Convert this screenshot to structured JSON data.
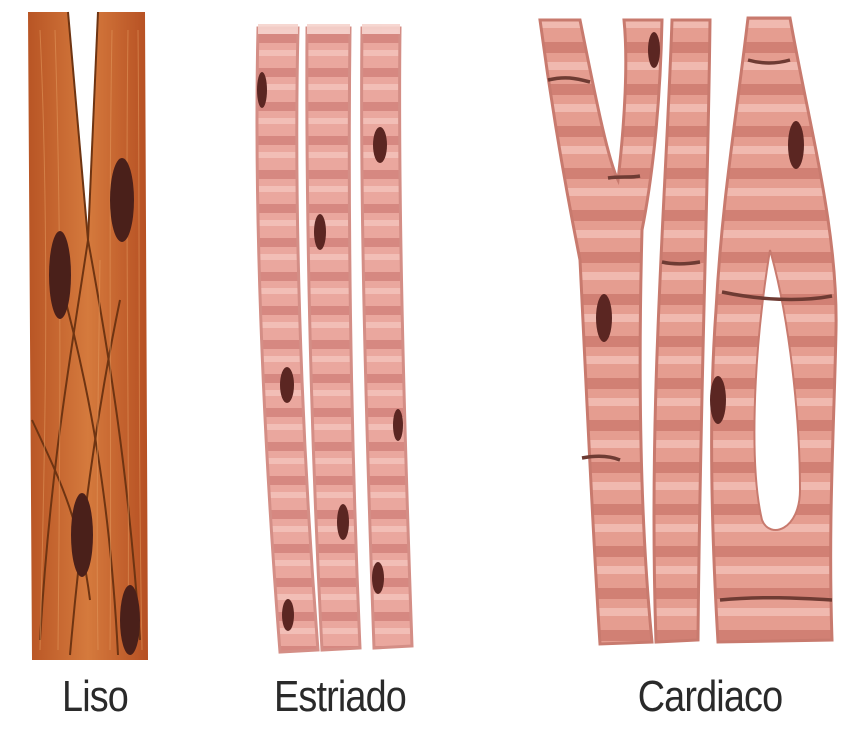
{
  "panels": [
    {
      "label": "Liso"
    },
    {
      "label": "Estriado"
    },
    {
      "label": "Cardiaco"
    }
  ],
  "colors": {
    "smooth_fill": "#c8642c",
    "smooth_fiber_line": "#7a3a15",
    "skeletal_fill": "#e8a29a",
    "skeletal_band": "#c9716b",
    "cardiac_fill": "#e49a8c",
    "cardiac_band": "#c56a5e",
    "nucleus": "#5a2a22"
  }
}
